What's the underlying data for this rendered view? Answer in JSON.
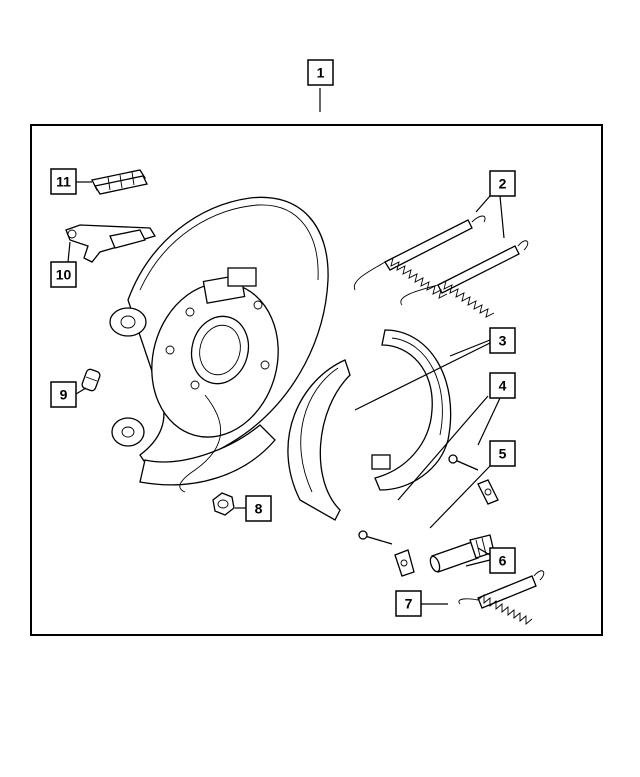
{
  "diagram": {
    "colors": {
      "stroke": "#000000",
      "background": "#ffffff"
    },
    "callouts": [
      {
        "id": "1",
        "label": "1",
        "part": "brake-assembly"
      },
      {
        "id": "2",
        "label": "2",
        "part": "return-springs"
      },
      {
        "id": "3",
        "label": "3",
        "part": "brake-shoes"
      },
      {
        "id": "4",
        "label": "4",
        "part": "hold-down-pins"
      },
      {
        "id": "5",
        "label": "5",
        "part": "retainer-clips"
      },
      {
        "id": "6",
        "label": "6",
        "part": "adjuster-assembly"
      },
      {
        "id": "7",
        "label": "7",
        "part": "adjuster-spring"
      },
      {
        "id": "8",
        "label": "8",
        "part": "nut"
      },
      {
        "id": "9",
        "label": "9",
        "part": "plug"
      },
      {
        "id": "10",
        "label": "10",
        "part": "lever"
      },
      {
        "id": "11",
        "label": "11",
        "part": "clips"
      }
    ]
  }
}
